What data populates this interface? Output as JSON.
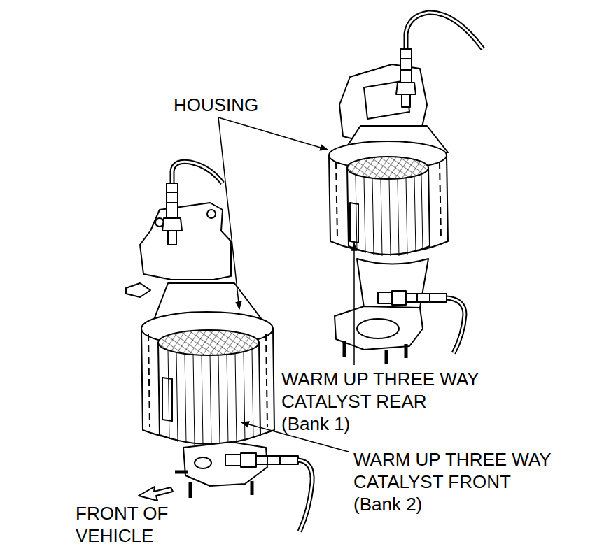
{
  "diagram": {
    "labels": [
      "HOUSING",
      "WARM UP THREE WAY CATALYST REAR",
      "(Bank 1)",
      "WARM UP THREE WAY CATALYST FRONT",
      "(Bank 2)",
      "FRONT OF VEHICLE"
    ]
  }
}
